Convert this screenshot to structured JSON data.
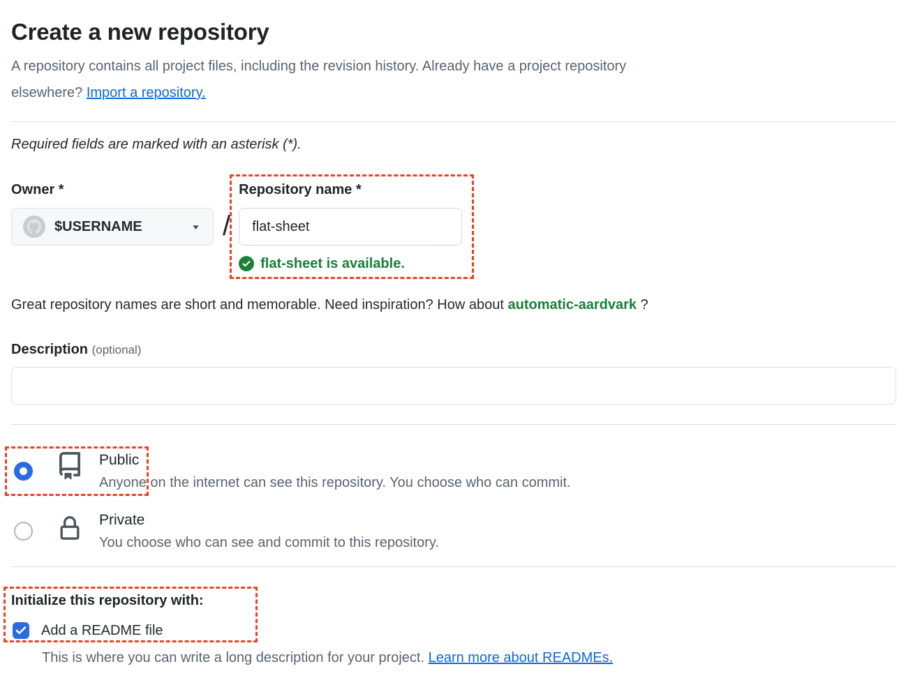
{
  "header": {
    "title": "Create a new repository",
    "intro_line1": "A repository contains all project files, including the revision history. Already have a project repository",
    "intro_line2": "elsewhere? ",
    "intro_link": "Import a repository.",
    "required_note": "Required fields are marked with an asterisk (*)."
  },
  "owner_field": {
    "label": "Owner *",
    "selected_owner": "$USERNAME",
    "caret_icon": "chevron-down"
  },
  "separator": "/",
  "repo_name_field": {
    "label": "Repository name *",
    "value": "flat-sheet",
    "availability_icon": "check-circle",
    "availability_message": "flat-sheet is available."
  },
  "suggestion": {
    "text_before": "Great repository names are short and memorable. Need inspiration? How about ",
    "suggested_name": "automatic-aardvark",
    "text_after": " ?"
  },
  "description_field": {
    "label": "Description",
    "optional_label": "(optional)",
    "value": "",
    "placeholder": ""
  },
  "visibility": {
    "public": {
      "label": "Public",
      "description": "Anyone on the internet can see this repository. You choose who can commit.",
      "icon": "repo-book",
      "selected": true
    },
    "private": {
      "label": "Private",
      "description": "You choose who can see and commit to this repository.",
      "icon": "lock",
      "selected": false
    }
  },
  "initialize": {
    "heading": "Initialize this repository with:",
    "readme_label": "Add a README file",
    "readme_checked": true,
    "readme_check_icon": "checkmark",
    "helper_text": "This is where you can write a long description for your project. ",
    "helper_link": "Learn more about READMEs."
  },
  "annotations": {
    "color": "#ee4120",
    "boxes": [
      "repository-name-field",
      "public-option",
      "initialize-section"
    ]
  },
  "colors": {
    "accent_blue": "#2b6be2",
    "link_blue": "#0969da",
    "success_green": "#1a7f37",
    "annotation_red": "#ee4120",
    "text_primary": "#1f2328",
    "text_secondary": "#59636e",
    "border": "#d0d7de",
    "divider": "#d8dee4",
    "button_bg": "#f6f8fa"
  }
}
